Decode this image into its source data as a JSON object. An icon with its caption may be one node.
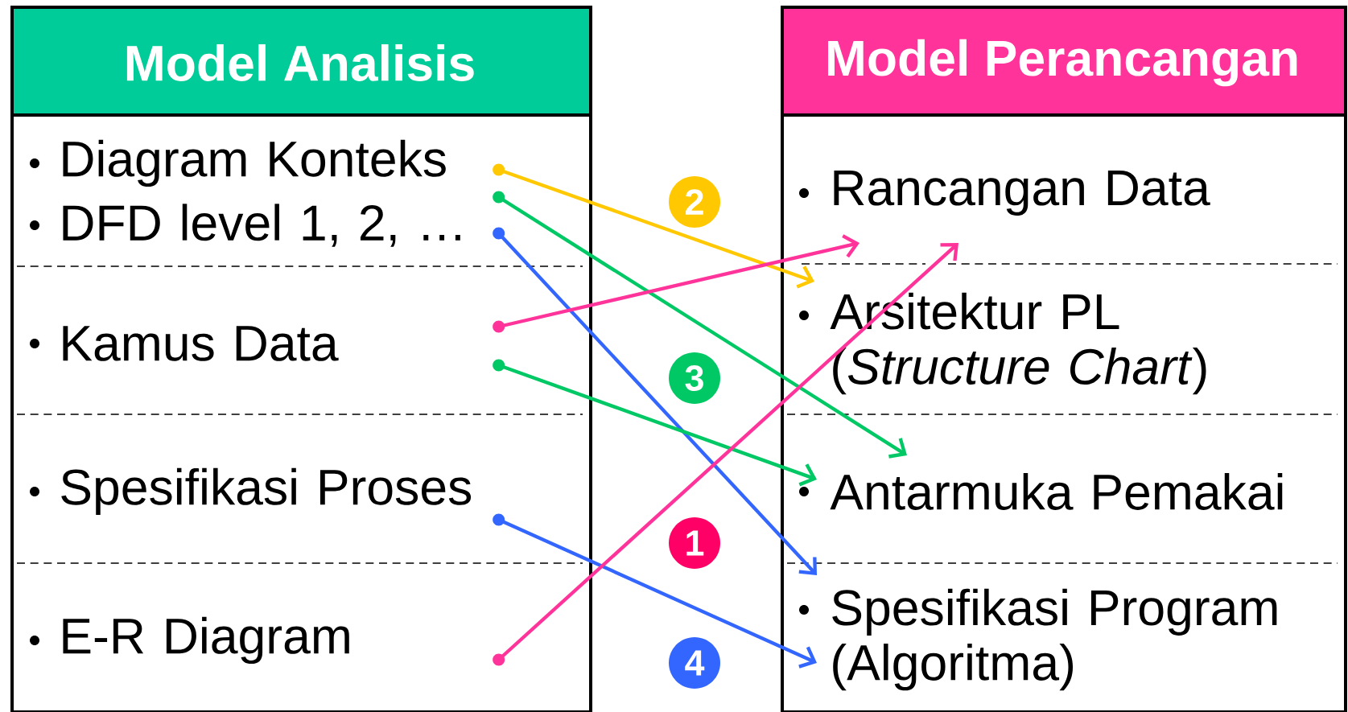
{
  "diagram": {
    "nodes": [
      {
        "text": [
          "Model Analisis"
        ]
      },
      {
        "text": [
          "Diagram Konteks"
        ],
        "in": 0
      },
      {
        "text": [
          "DFD level 1, 2, …"
        ],
        "in": 0
      },
      {
        "text": [
          "Kamus Data"
        ],
        "in": 0
      },
      {
        "text": [
          "Spesifikasi Proses"
        ],
        "in": 0
      },
      {
        "text": [
          "E-R Diagram"
        ],
        "in": 0
      },
      {
        "text": [
          "2"
        ]
      },
      {
        "text": [
          "3"
        ]
      },
      {
        "text": [
          "1"
        ]
      },
      {
        "text": [
          "4"
        ]
      },
      {
        "text": [
          "Model Perancangan"
        ]
      },
      {
        "text": [
          "Rancangan Data"
        ],
        "in": 10
      },
      {
        "text": [
          "Arsitektur PL (*Structure Chart*)"
        ],
        "in": 10
      },
      {
        "text": [
          "Antarmuka Pemakai"
        ],
        "in": 10
      },
      {
        "text": [
          "Spesifikasi Program (Algoritma)"
        ],
        "in": 10
      }
    ],
    "edges": [
      {
        "from": 1,
        "to": 12,
        "arrow": "to",
        "color": "#ffc800"
      },
      {
        "from": 2,
        "to": 13,
        "arrow": "to",
        "color": "#00c864"
      },
      {
        "from": 2,
        "to": 14,
        "arrow": "to",
        "color": "#3366ff"
      },
      {
        "from": 3,
        "to": 11,
        "arrow": "to",
        "color": "#ff3399"
      },
      {
        "from": 3,
        "to": 13,
        "arrow": "to",
        "color": "#00c864"
      },
      {
        "from": 4,
        "to": 14,
        "arrow": "to",
        "color": "#3366ff"
      },
      {
        "from": 5,
        "to": 11,
        "arrow": "to",
        "color": "#ff3399"
      }
    ]
  }
}
